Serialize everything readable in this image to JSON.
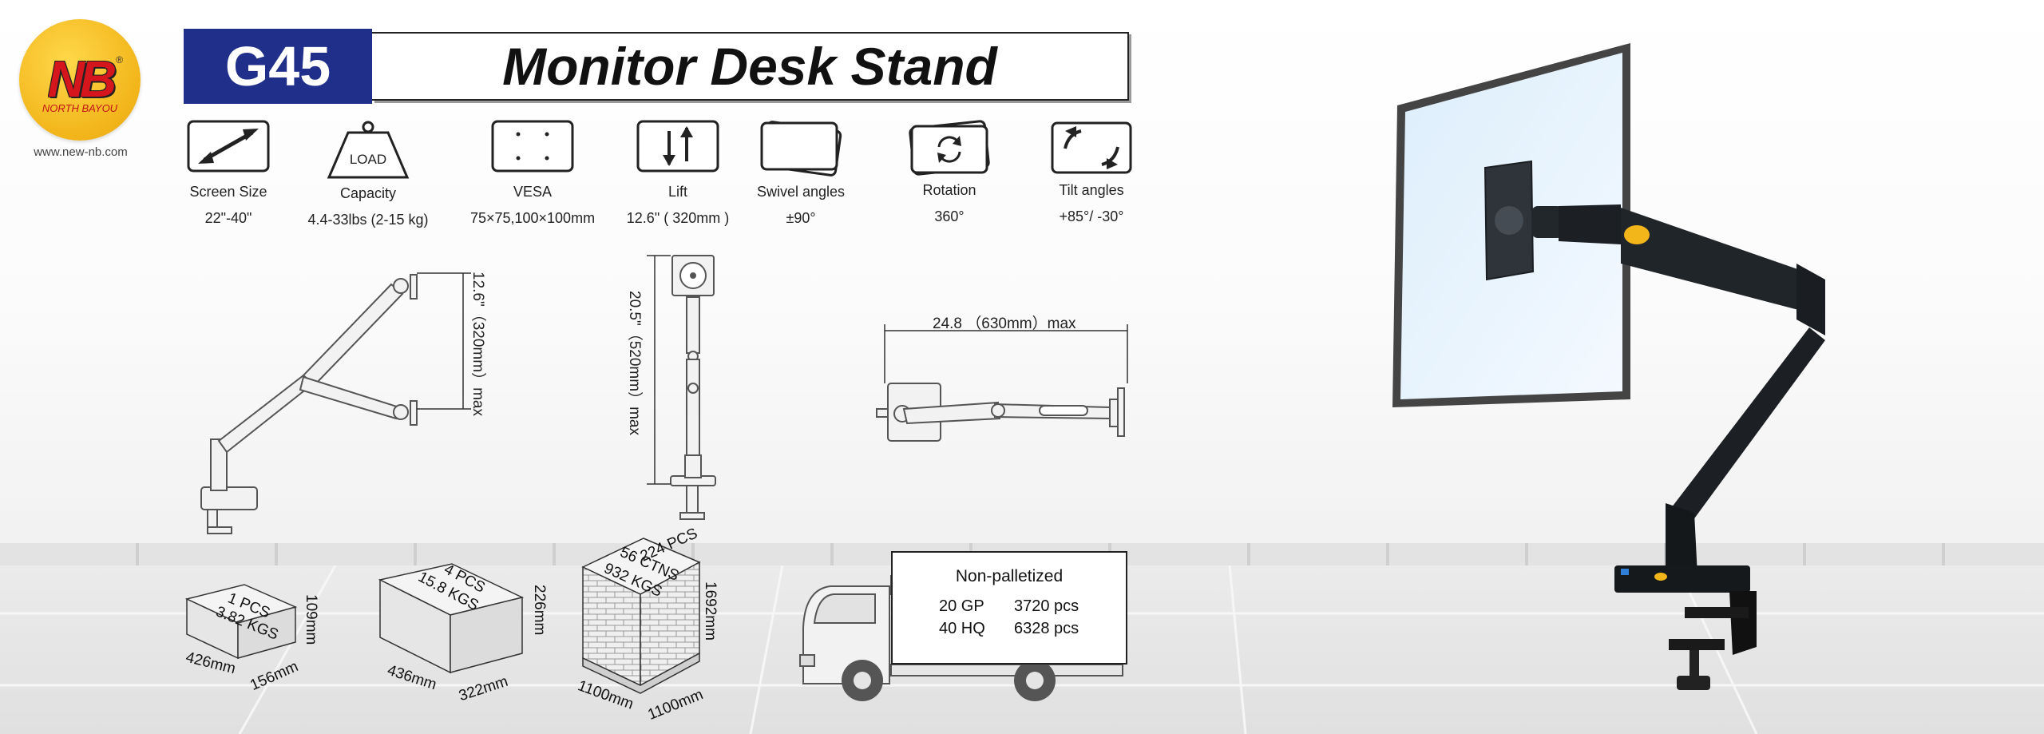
{
  "brand": {
    "logo_text": "NB",
    "logo_mark": "®",
    "name": "NORTH BAYOU",
    "website": "www.new-nb.com"
  },
  "header": {
    "model": "G45",
    "title": "Monitor Desk Stand"
  },
  "specs": [
    {
      "icon": "screen-size-icon",
      "label": "Screen Size",
      "value": "22\"-40\""
    },
    {
      "icon": "weight-load-icon",
      "icon_text": "LOAD",
      "label": "Capacity",
      "value": "4.4-33lbs (2-15 kg)"
    },
    {
      "icon": "vesa-icon",
      "label": "VESA",
      "value": "75×75,100×100mm"
    },
    {
      "icon": "lift-icon",
      "label": "Lift",
      "value": "12.6\" ( 320mm )"
    },
    {
      "icon": "swivel-icon",
      "label": "Swivel angles",
      "value": "±90°"
    },
    {
      "icon": "rotation-icon",
      "label": "Rotation",
      "value": "360°"
    },
    {
      "icon": "tilt-icon",
      "label": "Tilt angles",
      "value": "+85°/  -30°"
    }
  ],
  "dimensions": {
    "lift_range": "12.6\"（320mm）max",
    "height": "20.5\"（520mm）max",
    "reach": "24.8 （630mm）max"
  },
  "packaging": {
    "single": {
      "qty": "1 PCS",
      "weight": "3.82 KGS",
      "length": "426mm",
      "width": "156mm",
      "height": "109mm"
    },
    "carton": {
      "qty": "4 PCS",
      "weight": "15.8 KGS",
      "length": "436mm",
      "width": "322mm",
      "height": "226mm"
    },
    "pallet": {
      "qty": "224 PCS",
      "cartons": "56 CTNS",
      "weight": "932 KGS",
      "length": "1100mm",
      "width": "1100mm",
      "height": "1692mm"
    }
  },
  "shipping": {
    "header": "Non-palletized",
    "rows": [
      {
        "container": "20 GP",
        "quantity": "3720 pcs"
      },
      {
        "container": "40 HQ",
        "quantity": "6328 pcs"
      }
    ]
  },
  "colors": {
    "model_bg": "#1f2f8a",
    "logo_yellow": "#f2b51a",
    "logo_red": "#d5161d"
  }
}
